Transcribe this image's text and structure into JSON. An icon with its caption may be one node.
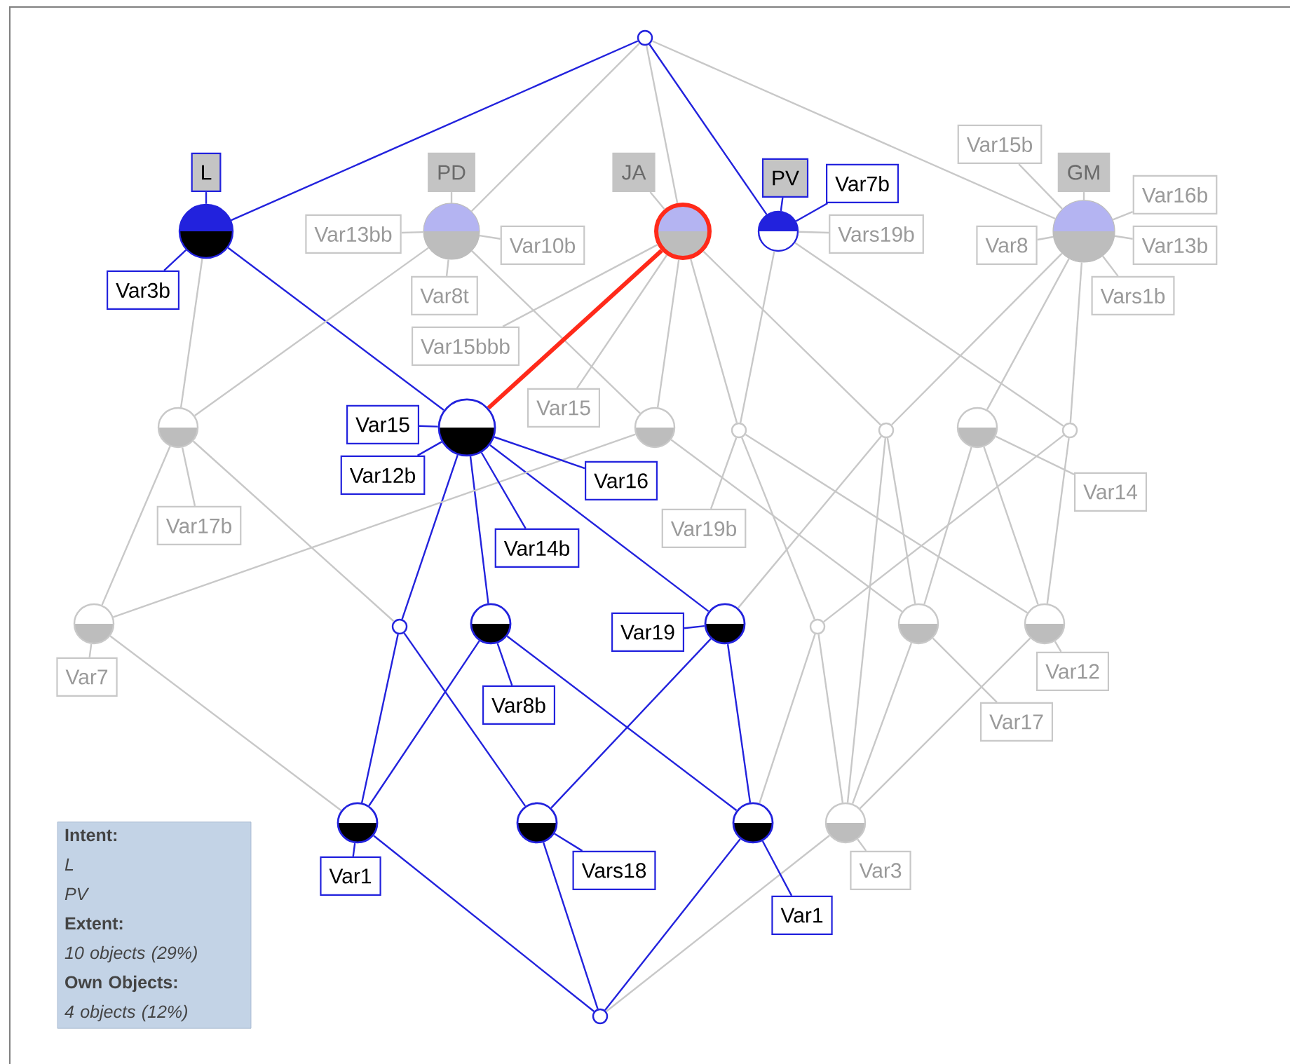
{
  "diagram": {
    "nodes": [
      {
        "text": [],
        "shape": "circle"
      },
      {
        "text": [
          "L"
        ]
      },
      {
        "text": [
          "PD"
        ]
      },
      {
        "text": [
          "JA"
        ]
      },
      {
        "text": [
          "PV"
        ]
      },
      {
        "text": [
          "GM"
        ]
      },
      {
        "text": [],
        "shape": "circle"
      },
      {
        "text": [],
        "shape": "circle"
      },
      {
        "text": [],
        "shape": "circle"
      },
      {
        "text": [],
        "shape": "circle"
      },
      {
        "text": [],
        "shape": "circle"
      },
      {
        "text": [
          "Var3b"
        ]
      },
      {
        "text": [
          "Var8t"
        ]
      },
      {
        "text": [
          "Var10b"
        ]
      },
      {
        "text": [
          "Var13bb"
        ]
      },
      {
        "text": [
          "Var15bbb"
        ]
      },
      {
        "text": [
          "Var15"
        ]
      },
      {
        "text": [
          "Vars19b"
        ]
      },
      {
        "text": [
          "Var7b"
        ]
      },
      {
        "text": [
          "Vars1b"
        ]
      },
      {
        "text": [
          "Var8"
        ]
      },
      {
        "text": [
          "Var13b"
        ]
      },
      {
        "text": [
          "Var16b"
        ]
      },
      {
        "text": [
          "Var15b"
        ]
      },
      {
        "text": [],
        "shape": "circle"
      },
      {
        "text": [],
        "shape": "circle"
      },
      {
        "text": [],
        "shape": "circle"
      },
      {
        "text": [],
        "shape": "circle"
      },
      {
        "text": [],
        "shape": "circle"
      },
      {
        "text": [],
        "shape": "circle"
      },
      {
        "text": [],
        "shape": "circle"
      },
      {
        "text": [
          "Var17b"
        ]
      },
      {
        "text": [
          "Var12b"
        ]
      },
      {
        "text": [
          "Var14b"
        ]
      },
      {
        "text": [
          "Var15"
        ]
      },
      {
        "text": [
          "Var16"
        ]
      },
      {
        "text": [
          "Var19b"
        ]
      },
      {
        "text": [
          "Var14"
        ]
      },
      {
        "text": [],
        "shape": "circle"
      },
      {
        "text": [],
        "shape": "circle"
      },
      {
        "text": [],
        "shape": "circle"
      },
      {
        "text": [],
        "shape": "circle"
      },
      {
        "text": [],
        "shape": "circle"
      },
      {
        "text": [],
        "shape": "circle"
      },
      {
        "text": [],
        "shape": "circle"
      },
      {
        "text": [
          "Var7"
        ]
      },
      {
        "text": [
          "Var8b"
        ]
      },
      {
        "text": [
          "Var19"
        ]
      },
      {
        "text": [
          "Var17"
        ]
      },
      {
        "text": [
          "Var12"
        ]
      },
      {
        "text": [],
        "shape": "circle"
      },
      {
        "text": [],
        "shape": "circle"
      },
      {
        "text": [],
        "shape": "circle"
      },
      {
        "text": [],
        "shape": "circle"
      },
      {
        "text": [
          "Var1"
        ]
      },
      {
        "text": [
          "Vars18"
        ]
      },
      {
        "text": [
          "Var1"
        ]
      },
      {
        "text": [
          "Var3"
        ]
      },
      {
        "text": [],
        "shape": "circle"
      },
      {
        "text": [
          "Intent:",
          "L",
          "PV",
          "Extent:",
          "10 objects (29%)",
          "Own Objects:",
          "4 objects (12%)"
        ]
      }
    ],
    "edges": [
      {
        "from": 0,
        "to": 6,
        "arrow": "none",
        "color": "#2222dd"
      },
      {
        "from": 0,
        "to": 7,
        "arrow": "none"
      },
      {
        "from": 0,
        "to": 8,
        "arrow": "none"
      },
      {
        "from": 0,
        "to": 9,
        "arrow": "none",
        "color": "#2222dd"
      },
      {
        "from": 0,
        "to": 10,
        "arrow": "none"
      },
      {
        "from": 6,
        "to": 24,
        "arrow": "none"
      },
      {
        "from": 6,
        "to": 25,
        "arrow": "none",
        "color": "#2222dd"
      },
      {
        "from": 7,
        "to": 24,
        "arrow": "none"
      },
      {
        "from": 7,
        "to": 26,
        "arrow": "none"
      },
      {
        "from": 8,
        "to": 25,
        "arrow": "none",
        "style": "thick",
        "color": "#ff2a1a"
      },
      {
        "from": 8,
        "to": 26,
        "arrow": "none"
      },
      {
        "from": 8,
        "to": 27,
        "arrow": "none"
      },
      {
        "from": 8,
        "to": 28,
        "arrow": "none"
      },
      {
        "from": 9,
        "to": 27,
        "arrow": "none"
      },
      {
        "from": 9,
        "to": 30,
        "arrow": "none"
      },
      {
        "from": 10,
        "to": 28,
        "arrow": "none"
      },
      {
        "from": 10,
        "to": 29,
        "arrow": "none"
      },
      {
        "from": 10,
        "to": 30,
        "arrow": "none"
      },
      {
        "from": 24,
        "to": 38,
        "arrow": "none"
      },
      {
        "from": 24,
        "to": 39,
        "arrow": "none"
      },
      {
        "from": 25,
        "to": 39,
        "arrow": "none",
        "color": "#2222dd"
      },
      {
        "from": 25,
        "to": 40,
        "arrow": "none",
        "color": "#2222dd"
      },
      {
        "from": 25,
        "to": 41,
        "arrow": "none",
        "color": "#2222dd"
      },
      {
        "from": 26,
        "to": 38,
        "arrow": "none"
      },
      {
        "from": 26,
        "to": 43,
        "arrow": "none"
      },
      {
        "from": 27,
        "to": 42,
        "arrow": "none"
      },
      {
        "from": 27,
        "to": 44,
        "arrow": "none"
      },
      {
        "from": 28,
        "to": 41,
        "arrow": "none"
      },
      {
        "from": 28,
        "to": 43,
        "arrow": "none"
      },
      {
        "from": 28,
        "to": 53,
        "arrow": "none"
      },
      {
        "from": 29,
        "to": 43,
        "arrow": "none"
      },
      {
        "from": 29,
        "to": 44,
        "arrow": "none"
      },
      {
        "from": 30,
        "to": 42,
        "arrow": "none"
      },
      {
        "from": 30,
        "to": 44,
        "arrow": "none"
      },
      {
        "from": 38,
        "to": 50,
        "arrow": "none"
      },
      {
        "from": 39,
        "to": 50,
        "arrow": "none",
        "color": "#2222dd"
      },
      {
        "from": 39,
        "to": 51,
        "arrow": "none",
        "color": "#2222dd"
      },
      {
        "from": 40,
        "to": 50,
        "arrow": "none",
        "color": "#2222dd"
      },
      {
        "from": 40,
        "to": 52,
        "arrow": "none",
        "color": "#2222dd"
      },
      {
        "from": 41,
        "to": 51,
        "arrow": "none",
        "color": "#2222dd"
      },
      {
        "from": 41,
        "to": 52,
        "arrow": "none",
        "color": "#2222dd"
      },
      {
        "from": 42,
        "to": 52,
        "arrow": "none"
      },
      {
        "from": 42,
        "to": 53,
        "arrow": "none"
      },
      {
        "from": 43,
        "to": 53,
        "arrow": "none"
      },
      {
        "from": 44,
        "to": 53,
        "arrow": "none"
      },
      {
        "from": 50,
        "to": 58,
        "arrow": "none",
        "color": "#2222dd"
      },
      {
        "from": 51,
        "to": 58,
        "arrow": "none",
        "color": "#2222dd"
      },
      {
        "from": 52,
        "to": 58,
        "arrow": "none",
        "color": "#2222dd"
      },
      {
        "from": 53,
        "to": 58,
        "arrow": "none"
      },
      {
        "from": 1,
        "to": 6,
        "arrow": "none",
        "color": "#2222dd"
      },
      {
        "from": 2,
        "to": 7,
        "arrow": "none"
      },
      {
        "from": 3,
        "to": 8,
        "arrow": "none"
      },
      {
        "from": 4,
        "to": 9,
        "arrow": "none",
        "color": "#2222dd"
      },
      {
        "from": 5,
        "to": 10,
        "arrow": "none"
      },
      {
        "from": 6,
        "to": 11,
        "arrow": "none",
        "color": "#2222dd"
      },
      {
        "from": 7,
        "to": 12,
        "arrow": "none"
      },
      {
        "from": 7,
        "to": 13,
        "arrow": "none"
      },
      {
        "from": 7,
        "to": 14,
        "arrow": "none"
      },
      {
        "from": 8,
        "to": 15,
        "arrow": "none"
      },
      {
        "from": 8,
        "to": 16,
        "arrow": "none"
      },
      {
        "from": 9,
        "to": 17,
        "arrow": "none"
      },
      {
        "from": 9,
        "to": 18,
        "arrow": "none",
        "color": "#2222dd"
      },
      {
        "from": 10,
        "to": 19,
        "arrow": "none"
      },
      {
        "from": 10,
        "to": 20,
        "arrow": "none"
      },
      {
        "from": 10,
        "to": 21,
        "arrow": "none"
      },
      {
        "from": 10,
        "to": 22,
        "arrow": "none"
      },
      {
        "from": 10,
        "to": 23,
        "arrow": "none"
      },
      {
        "from": 24,
        "to": 31,
        "arrow": "none"
      },
      {
        "from": 25,
        "to": 32,
        "arrow": "none",
        "color": "#2222dd"
      },
      {
        "from": 25,
        "to": 33,
        "arrow": "none",
        "color": "#2222dd"
      },
      {
        "from": 25,
        "to": 34,
        "arrow": "none",
        "color": "#2222dd"
      },
      {
        "from": 25,
        "to": 35,
        "arrow": "none",
        "color": "#2222dd"
      },
      {
        "from": 27,
        "to": 36,
        "arrow": "none"
      },
      {
        "from": 29,
        "to": 37,
        "arrow": "none"
      },
      {
        "from": 38,
        "to": 45,
        "arrow": "none"
      },
      {
        "from": 40,
        "to": 46,
        "arrow": "none",
        "color": "#2222dd"
      },
      {
        "from": 41,
        "to": 47,
        "arrow": "none",
        "color": "#2222dd"
      },
      {
        "from": 43,
        "to": 48,
        "arrow": "none"
      },
      {
        "from": 44,
        "to": 49,
        "arrow": "none"
      },
      {
        "from": 50,
        "to": 54,
        "arrow": "none",
        "color": "#2222dd"
      },
      {
        "from": 51,
        "to": 55,
        "arrow": "none",
        "color": "#2222dd"
      },
      {
        "from": 52,
        "to": 56,
        "arrow": "none",
        "color": "#2222dd"
      },
      {
        "from": 53,
        "to": 57,
        "arrow": "none"
      }
    ]
  }
}
